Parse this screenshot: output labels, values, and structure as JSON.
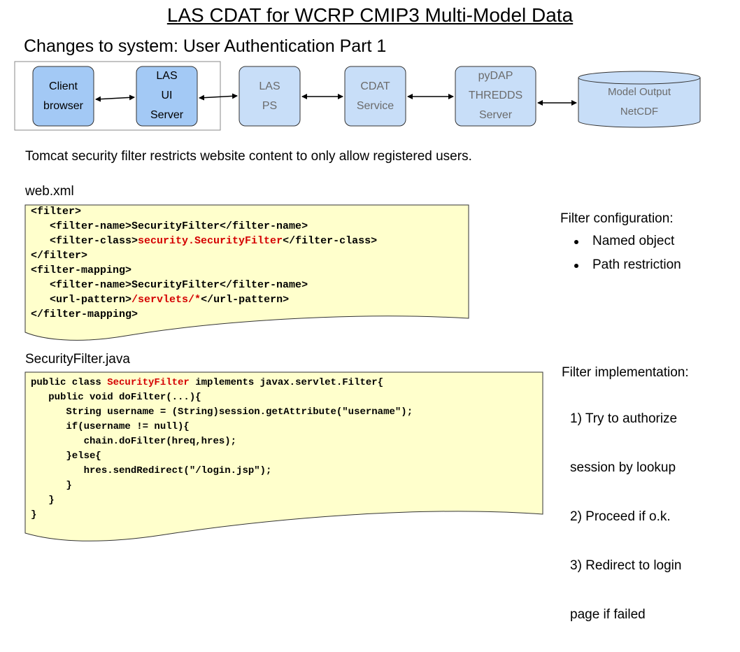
{
  "title": "LAS CDAT for WCRP CMIP3 Multi-Model Data",
  "subtitle": "Changes to system: User Authentication Part 1",
  "nodes": [
    {
      "lines": [
        "Client",
        "browser"
      ]
    },
    {
      "lines": [
        "LAS",
        "UI",
        "Server"
      ]
    },
    {
      "lines": [
        "LAS",
        "PS"
      ]
    },
    {
      "lines": [
        "CDAT",
        "Service"
      ]
    },
    {
      "lines": [
        "pyDAP",
        "THREDDS",
        "Server"
      ]
    },
    {
      "lines": [
        "Model Output",
        "NetCDF"
      ]
    }
  ],
  "colors": {
    "highlight_fill": "#a3c9f5",
    "normal_fill": "#c8def8",
    "note_fill": "#ffffcc",
    "accent_red": "#d40000",
    "light_text": "#6b6b6b"
  },
  "description": "Tomcat security filter restricts website content to only allow registered users.",
  "webxml": {
    "label": "web.xml",
    "lines": [
      [
        {
          "t": "<filter>"
        }
      ],
      [
        {
          "t": "   <filter-name>SecurityFilter</filter-name>"
        }
      ],
      [
        {
          "t": "   <filter-class>"
        },
        {
          "t": "security.SecurityFilter",
          "red": true
        },
        {
          "t": "</filter-class>"
        }
      ],
      [
        {
          "t": "</filter>"
        }
      ],
      [
        {
          "t": "<filter-mapping>"
        }
      ],
      [
        {
          "t": "   <filter-name>SecurityFilter</filter-name>"
        }
      ],
      [
        {
          "t": "   <url-pattern>"
        },
        {
          "t": "/servlets/*",
          "red": true
        },
        {
          "t": "</url-pattern>"
        }
      ],
      [
        {
          "t": "</filter-mapping>"
        }
      ]
    ]
  },
  "java": {
    "label": "SecurityFilter.java",
    "lines": [
      [
        {
          "t": "public class "
        },
        {
          "t": "SecurityFilter",
          "red": true
        },
        {
          "t": " implements javax.servlet.Filter{"
        }
      ],
      [
        {
          "t": "   public void doFilter(...){"
        }
      ],
      [
        {
          "t": "      String username = (String)session.getAttribute(\"username\");"
        }
      ],
      [
        {
          "t": "      if(username != null){"
        }
      ],
      [
        {
          "t": "         chain.doFilter(hreq,hres);"
        }
      ],
      [
        {
          "t": "      }else{"
        }
      ],
      [
        {
          "t": "         hres.sendRedirect(\"/login.jsp\");"
        }
      ],
      [
        {
          "t": "      }"
        }
      ],
      [
        {
          "t": "   }"
        }
      ],
      [
        {
          "t": "}"
        }
      ]
    ]
  },
  "filter_config": {
    "heading": "Filter configuration:",
    "items": [
      "Named object",
      "Path restriction"
    ]
  },
  "filter_impl": {
    "heading": "Filter implementation:",
    "steps": [
      "1) Try to authorize",
      "    session by lookup",
      "2) Proceed if o.k.",
      "3) Redirect to login",
      "    page if failed"
    ]
  }
}
